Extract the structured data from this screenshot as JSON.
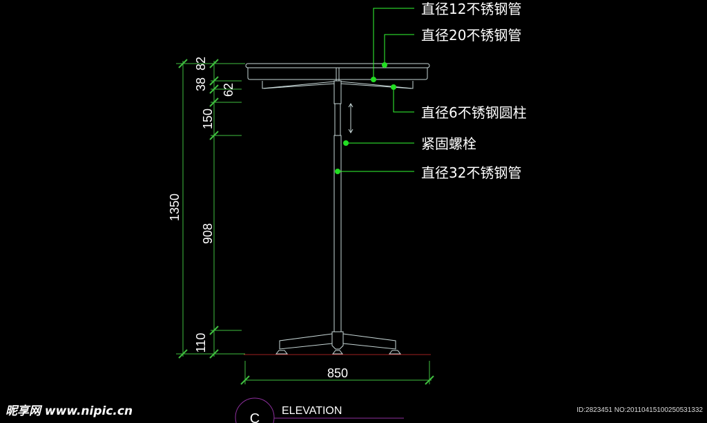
{
  "callouts": [
    "直径12不锈钢管",
    "直径20不锈钢管",
    "直径6不锈钢圆柱",
    "紧固螺栓",
    "直径32不锈钢管"
  ],
  "dimensions": {
    "total_height": "1350",
    "d82": "82",
    "d38": "38",
    "d62": "62",
    "d150": "150",
    "d908": "908",
    "d110": "110",
    "width": "850"
  },
  "view": {
    "marker": "C",
    "title": "ELEVATION"
  },
  "watermark": {
    "logo": "昵享网 www.nipic.cn",
    "id": "ID:2823451 NO:20110415100250531332"
  },
  "colors": {
    "dim": "#3fbf3f",
    "leader": "#33ff33",
    "outline": "#c8d8d8",
    "ground": "#a02020",
    "view": "#9030a0"
  }
}
